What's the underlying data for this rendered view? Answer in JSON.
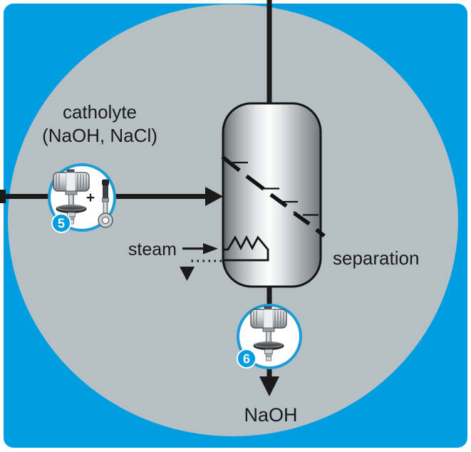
{
  "colors": {
    "background_blue": "#009EE0",
    "panel_gray": "#B5BFC4",
    "ring_blue": "#1E9CD6",
    "badge_blue": "#009EE0",
    "ink": "#1A1A1A"
  },
  "labels": {
    "feed_line1": "catholyte",
    "feed_line2": "(NaOH, NaCl)",
    "steam": "steam",
    "process": "separation",
    "product": "NaOH",
    "plus": "+"
  },
  "instruments": [
    {
      "badge": "5",
      "icons": [
        "flowmeter-icon",
        "probe-icon"
      ]
    },
    {
      "badge": "6",
      "icons": [
        "flowmeter-icon"
      ]
    }
  ]
}
